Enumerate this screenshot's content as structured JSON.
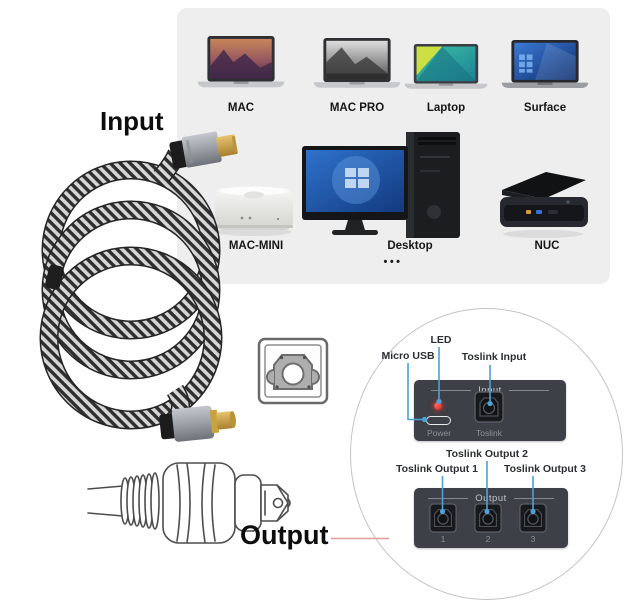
{
  "compat": {
    "devices": [
      {
        "label": "MAC"
      },
      {
        "label": "MAC PRO"
      },
      {
        "label": "Laptop"
      },
      {
        "label": "Surface"
      },
      {
        "label": "MAC-MINI"
      },
      {
        "label": "Desktop"
      },
      {
        "label": "NUC"
      }
    ],
    "more_indicator": "•••"
  },
  "cable": {
    "input_label": "Input",
    "output_label": "Output"
  },
  "splitter": {
    "input_panel": {
      "header": "Input",
      "power_label": "Power",
      "toslink_label": "Toslink"
    },
    "output_panel": {
      "header": "Output",
      "port_numbers": [
        "1",
        "2",
        "3"
      ]
    },
    "callouts": {
      "micro_usb": "Micro USB",
      "led": "LED",
      "toslink_input": "Toslink Input",
      "output1": "Toslink Output 1",
      "output2": "Toslink Output 2",
      "output3": "Toslink Output 3"
    }
  },
  "colors": {
    "panel_bg": "#eeeeee",
    "device_panel": "#3d4046",
    "accent_blue": "#4aa2d9",
    "led_red": "#e8302a",
    "pointer_red": "#e59a93",
    "gold": "#d2a94f",
    "circle_stroke": "#c4c4c4"
  }
}
